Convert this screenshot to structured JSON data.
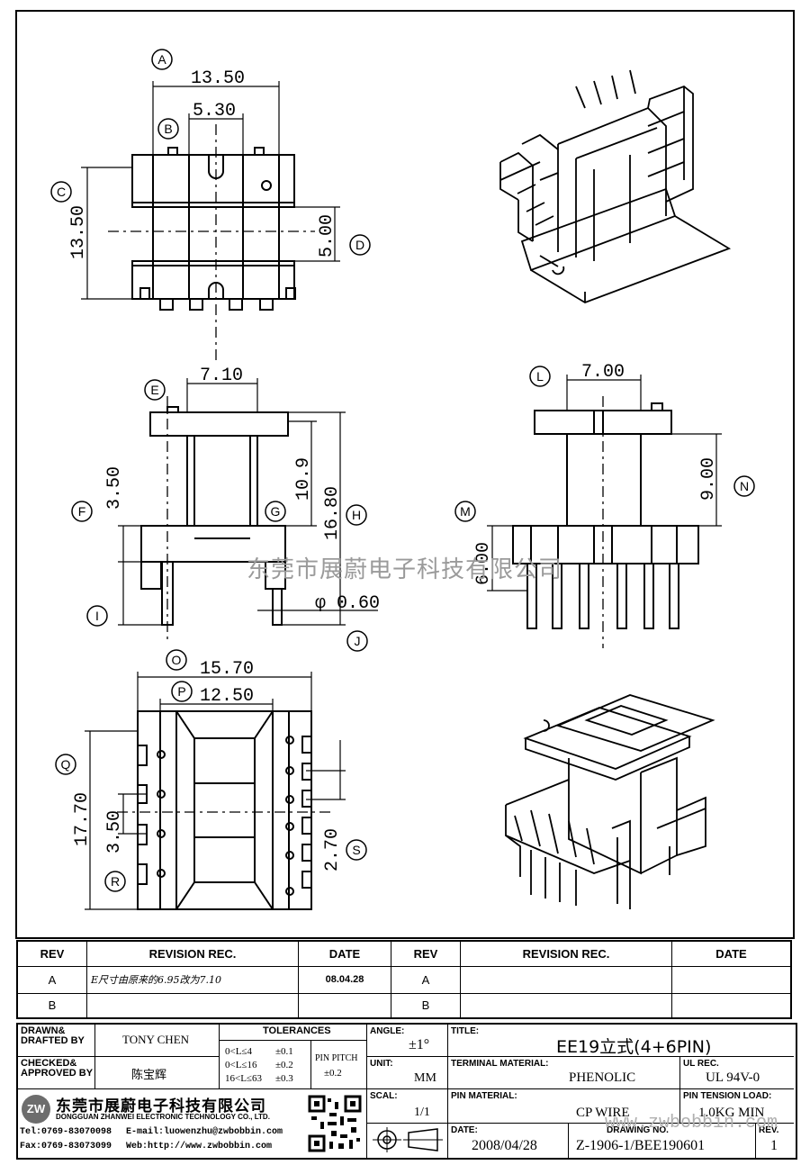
{
  "dimensions": {
    "top_width": "13.50",
    "top_inner": "5.30",
    "top_height": "13.50",
    "top_gap": "5.00",
    "side_width": "7.10",
    "side_h1": "10.9",
    "side_h2": "16.80",
    "side_f": "3.50",
    "pin_dia": "φ 0.60",
    "front_width": "7.00",
    "front_n": "9.00",
    "front_m": "6.00",
    "bottom_width": "15.70",
    "bottom_inner": "12.50",
    "bottom_height": "17.70",
    "bottom_pitch": "3.50",
    "bottom_s": "2.70"
  },
  "bubbles": [
    "A",
    "B",
    "C",
    "D",
    "E",
    "F",
    "G",
    "H",
    "I",
    "J",
    "L",
    "M",
    "N",
    "O",
    "P",
    "Q",
    "R",
    "S"
  ],
  "watermark": "东莞市展蔚电子科技有限公司",
  "watermark_url": "www.zwbobbin.com",
  "revision_table": {
    "headers": [
      "REV",
      "REVISION REC.",
      "DATE",
      "REV",
      "REVISION REC.",
      "DATE"
    ],
    "rows": [
      {
        "rev": "A",
        "rec": "E尺寸由原来的6.95改为7.10",
        "date": "08.04.28",
        "rev2": "A",
        "rec2": "",
        "date2": ""
      },
      {
        "rev": "B",
        "rec": "",
        "date": "",
        "rev2": "B",
        "rec2": "",
        "date2": ""
      }
    ]
  },
  "title_block": {
    "drawn_label": "DRAWN& DRAFTED BY",
    "drawn_value": "TONY CHEN",
    "checked_label": "CHECKED& APPROVED BY",
    "checked_value": "陈宝辉",
    "tolerances_label": "TOLERANCES",
    "tol1_range": "0<L≤4",
    "tol1_value": "±0.1",
    "tol2_range": "0<L≤16",
    "tol2_value": "±0.2",
    "tol3_range": "16<L≤63",
    "tol3_value": "±0.3",
    "pin_pitch_label": "PIN PITCH",
    "pin_pitch_value": "±0.2",
    "angle_label": "ANGLE:",
    "angle_value": "±1°",
    "unit_label": "UNIT:",
    "unit_value": "MM",
    "scale_label": "SCAL:",
    "scale_value": "1/1",
    "title_label": "TITLE:",
    "title_value": "EE19立式(4+6PIN)",
    "terminal_label": "TERMINAL MATERIAL:",
    "terminal_value": "PHENOLIC",
    "ul_label": "UL REC.",
    "ul_value": "UL 94V-0",
    "pin_material_label": "PIN MATERIAL:",
    "pin_material_value": "CP WIRE",
    "tension_label": "PIN TENSION LOAD:",
    "tension_value": "1.0KG MIN",
    "date_label": "DATE:",
    "date_value": "2008/04/28",
    "drawing_label": "DRAWING NO.",
    "drawing_value": "Z-1906-1/BEE190601",
    "rev_label": "REV.",
    "rev_value": "1",
    "company_cn": "东莞市展蔚电子科技有限公司",
    "company_en": "DONGGUAN ZHANWEI ELECTRONIC TECHNOLOGY CO., LTD.",
    "tel": "Tel:0769-83070098",
    "email": "E-mail:luowenzhu@zwbobbin.com",
    "fax": "Fax:0769-83073099",
    "web": "Web:http://www.zwbobbin.com",
    "logo_text": "ZW"
  }
}
